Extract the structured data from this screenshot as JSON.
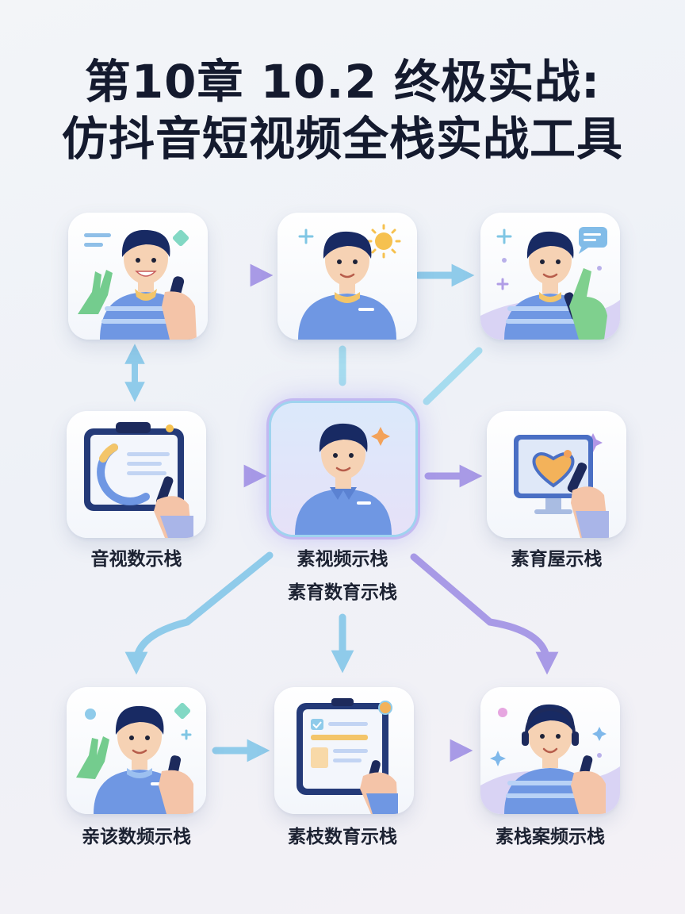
{
  "title": {
    "line1": "第10章 10.2 终极实战:",
    "line2": "仿抖音短视频全栈实战工具"
  },
  "nodes": {
    "top_left": {
      "label": "",
      "caption": ""
    },
    "top_middle": {
      "label": "",
      "caption": ""
    },
    "top_right": {
      "label": "",
      "caption": ""
    },
    "mid_left": {
      "label": "音视数示栈",
      "caption": ""
    },
    "center": {
      "label": "素视频示栈",
      "label2": "素育数育示栈"
    },
    "mid_right": {
      "label": "素育屋示栈",
      "caption": ""
    },
    "bottom_left": {
      "label": "亲该数频示栈"
    },
    "bottom_middle": {
      "label": "素枝数育示栈"
    },
    "bottom_right": {
      "label": "素栈案频示栈"
    }
  },
  "colors": {
    "title": "#141a2e",
    "arrow_blue": "#8fcbea",
    "arrow_purple": "#a89ae6",
    "shirt_blue": "#6f97e3",
    "hair": "#182a63",
    "skin": "#f6d2b4"
  }
}
